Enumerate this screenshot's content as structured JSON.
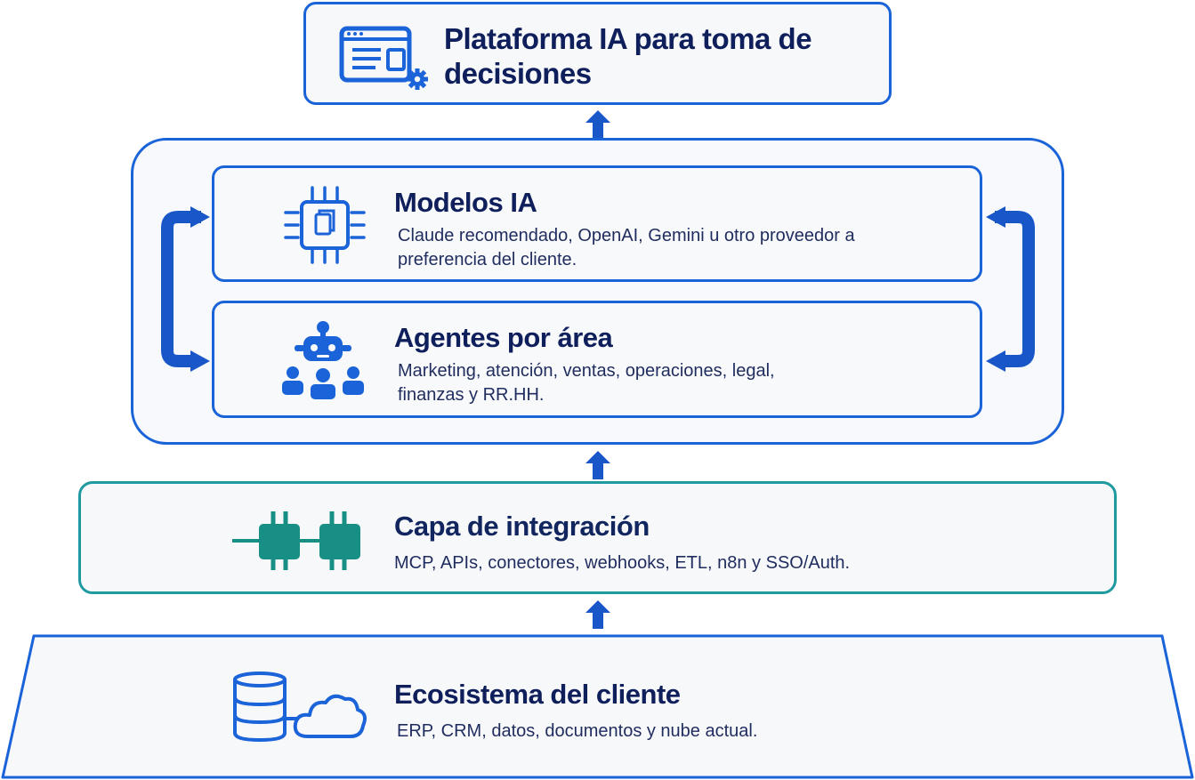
{
  "platform": {
    "title": "Plataforma IA para toma de decisiones",
    "icon": "browser-window-gear-icon"
  },
  "models": {
    "title": "Modelos IA",
    "description": "Claude recomendado, OpenAI, Gemini u otro proveedor a preferencia del cliente.",
    "icon": "cpu-chip-icon"
  },
  "agents": {
    "title": "Agentes por área",
    "description": "Marketing, atención, ventas, operaciones, legal, finanzas y RR.HH.",
    "icon": "robot-team-icon"
  },
  "integration": {
    "title": "Capa de integración",
    "description": "MCP, APIs, conectores, webhooks, ETL, n8n y SSO/Auth.",
    "icon": "connector-plugs-icon"
  },
  "ecosystem": {
    "title": "Ecosistema del cliente",
    "description": "ERP, CRM, datos, documentos y nube actual.",
    "icon": "database-cloud-icon"
  },
  "colors": {
    "primary_blue": "#1a63d8",
    "arrow_blue": "#1957c9",
    "teal": "#1f9aa0",
    "teal_icon": "#178f84",
    "title_navy": "#0f1f5c"
  }
}
